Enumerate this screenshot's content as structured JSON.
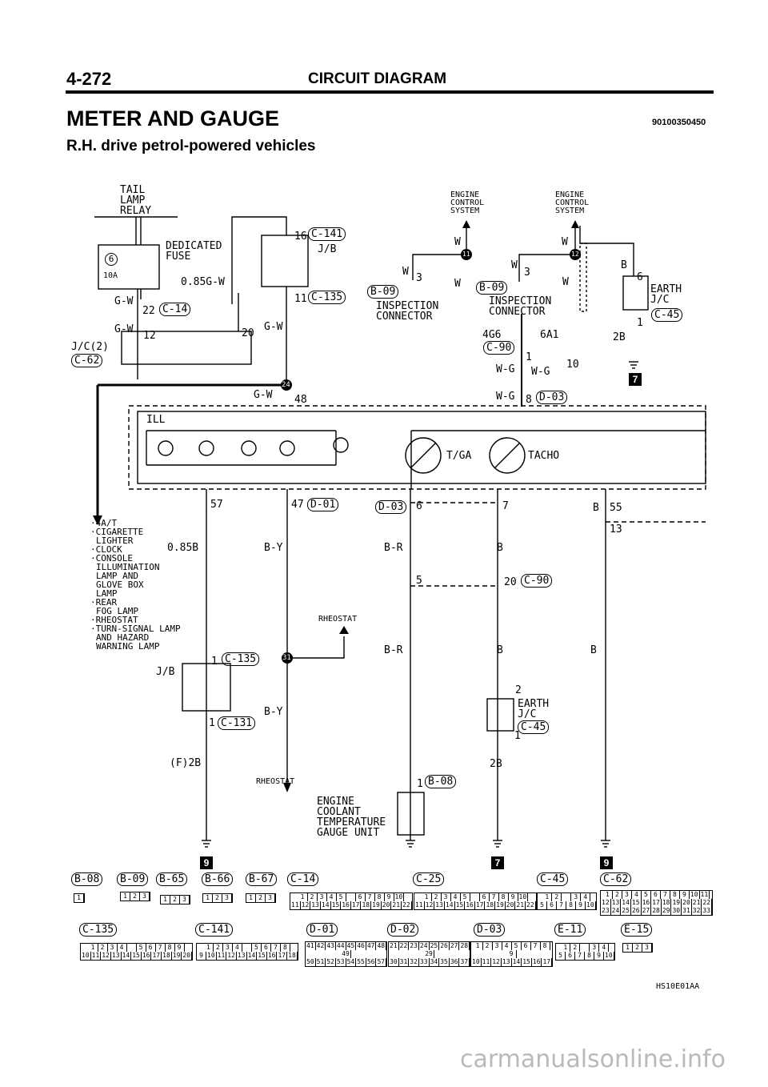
{
  "page": {
    "number": "4-272",
    "section": "CIRCUIT DIAGRAM",
    "title": "METER AND GAUGE",
    "code": "90100350450",
    "subtitle": "R.H. drive petrol-powered vehicles",
    "figure_code": "HS10E01AA",
    "watermark": "carmanualsonline.info"
  },
  "labels": {
    "tail_lamp_relay": [
      "TAIL",
      "LAMP",
      "RELAY"
    ],
    "dedicated_fuse": [
      "DEDICATED",
      "FUSE"
    ],
    "fuse_num": "6",
    "fuse_amp": "10A",
    "wire_085gw": "0.85G-W",
    "gw_1": "G-W",
    "pin22": "22",
    "c14": "C-14",
    "gw_2": "G-W",
    "pin12": "12",
    "jc2": "J/C(2)",
    "c62": "C-62",
    "pin16": "16",
    "c141": "C-141",
    "jb_top": "J/B",
    "pin11": "11",
    "c135_top": "C-135",
    "pin20": "20",
    "gw_3": "G-W",
    "conn24": "24",
    "gw_4": "G-W",
    "pin48": "48",
    "engine_control_1": [
      "ENGINE",
      "CONTROL",
      "SYSTEM"
    ],
    "engine_control_2": [
      "ENGINE",
      "CONTROL",
      "SYSTEM"
    ],
    "w_1": "W",
    "w_2": "W",
    "conn11": "11",
    "conn12": "12",
    "w_3": "W",
    "pin3_a": "3",
    "w_4": "W",
    "w_5": "W",
    "pin3_b": "3",
    "w_6": "W",
    "b09_a": "B-09",
    "b09_b": "B-09",
    "inspection_1": [
      "INSPECTION",
      "CONNECTOR"
    ],
    "inspection_2": [
      "INSPECTION",
      "CONNECTOR"
    ],
    "engine_4g6": "4G6",
    "engine_6a1": "6A1",
    "c90_top": "C-90",
    "pin1_a": "1",
    "wg_1": "W-G",
    "wg_2": "W-G",
    "pin10": "10",
    "wg_3": "W-G",
    "pin8": "8",
    "d03_top": "D-03",
    "b_top": "B",
    "pin6": "6",
    "earth_jc_top": [
      "EARTH",
      "J/C"
    ],
    "c45_top": "C-45",
    "pin1_b": "1",
    "b2b_top": "2B",
    "ground_7_top": "7",
    "ill": "ILL",
    "tga": "T/GA",
    "tacho": "TACHO",
    "pin57": "57",
    "pin47": "47",
    "d01": "D-01",
    "d03_mid": "D-03",
    "pin6_b": "6",
    "pin7": "7",
    "b_55": "B",
    "pin55": "55",
    "pin13": "13",
    "features": [
      "·4A/T",
      "·CIGARETTE",
      "LIGHTER",
      "·CLOCK",
      "·CONSOLE",
      "ILLUMINATION",
      "LAMP AND",
      "GLOVE BOX",
      "LAMP",
      "·REAR",
      "FOG LAMP",
      "·RHEOSTAT",
      "·TURN-SIGNAL LAMP",
      "AND HAZARD",
      "WARNING LAMP"
    ],
    "w_085b": "0.85B",
    "w_by_1": "B-Y",
    "w_br_1": "B-R",
    "w_b_1": "B",
    "pin5": "5",
    "pin20_b": "20",
    "c90_mid": "C-90",
    "rheostat_1": "RHEOSTAT",
    "w_br_2": "B-R",
    "w_b_2": "B",
    "w_b_3": "B",
    "pin1_c": "1",
    "c135_mid": "C-135",
    "conn31": "31",
    "jb_mid": "J/B",
    "pin1_d": "1",
    "c131": "C-131",
    "w_by_2": "B-Y",
    "pin2": "2",
    "earth_jc_mid": [
      "EARTH",
      "J/C"
    ],
    "c45_mid": "C-45",
    "pin1_e": "1",
    "f2b": "(F)2B",
    "b2b_mid": "2B",
    "rheostat_2": "RHEOSTAT",
    "pin1_f": "1",
    "b08_mid": "B-08",
    "coolant_gauge": [
      "ENGINE",
      "COOLANT",
      "TEMPERATURE",
      "GAUGE UNIT"
    ],
    "ground_9_a": "9",
    "ground_7_b": "7",
    "ground_9_b": "9"
  },
  "connectors": {
    "row1": [
      "B-08",
      "B-09",
      "B-65",
      "B-66",
      "B-67",
      "C-14",
      "C-25",
      "C-45",
      "C-62"
    ],
    "row2": [
      "C-135",
      "C-141",
      "D-01",
      "D-02",
      "D-03",
      "E-11",
      "E-15"
    ]
  },
  "connector_pins": {
    "b08": [
      "1"
    ],
    "b09": [
      "1",
      "2",
      "3"
    ],
    "b65": [
      "1",
      "2",
      "3"
    ],
    "b66": [
      "1",
      "2",
      "3"
    ],
    "b67": [
      "1",
      "2",
      "3"
    ],
    "c14": [
      [
        "1",
        "2",
        "3",
        "4",
        "5",
        "",
        "6",
        "7",
        "8",
        "9",
        "10"
      ],
      [
        "11",
        "12",
        "13",
        "14",
        "15",
        "16",
        "17",
        "18",
        "19",
        "20",
        "21",
        "22"
      ]
    ],
    "c25": [
      [
        "1",
        "2",
        "3",
        "4",
        "5",
        "",
        "6",
        "7",
        "8",
        "9",
        "10"
      ],
      [
        "11",
        "12",
        "13",
        "14",
        "15",
        "16",
        "17",
        "18",
        "19",
        "20",
        "21",
        "22"
      ]
    ],
    "c45": [
      [
        "1",
        "2",
        "",
        "3",
        "4"
      ],
      [
        "5",
        "6",
        "7",
        "8",
        "9",
        "10"
      ]
    ],
    "c62": [
      [
        "1",
        "2",
        "3",
        "4",
        "5",
        "6",
        "7",
        "8",
        "9",
        "10",
        "11"
      ],
      [
        "12",
        "13",
        "14",
        "15",
        "16",
        "17",
        "18",
        "19",
        "20",
        "21",
        "22"
      ],
      [
        "23",
        "24",
        "25",
        "26",
        "27",
        "28",
        "29",
        "30",
        "31",
        "32",
        "33"
      ]
    ],
    "c135": [
      [
        "1",
        "2",
        "3",
        "4",
        "",
        "5",
        "6",
        "7",
        "8",
        "9"
      ],
      [
        "10",
        "11",
        "12",
        "13",
        "14",
        "15",
        "16",
        "17",
        "18",
        "19",
        "20"
      ]
    ],
    "c141": [
      [
        "1",
        "2",
        "3",
        "4",
        "",
        "5",
        "6",
        "7",
        "8"
      ],
      [
        "9",
        "10",
        "11",
        "12",
        "13",
        "14",
        "15",
        "16",
        "17",
        "18"
      ]
    ],
    "d01": [
      [
        "41",
        "42",
        "43",
        "44",
        "45",
        "46",
        "47",
        "48"
      ],
      [
        "49"
      ],
      [
        "50",
        "51",
        "52",
        "53",
        "54",
        "55",
        "56",
        "57"
      ]
    ],
    "d02": [
      [
        "21",
        "22",
        "23",
        "24",
        "25",
        "26",
        "27",
        "28"
      ],
      [
        "29"
      ],
      [
        "30",
        "31",
        "32",
        "33",
        "34",
        "35",
        "36",
        "37"
      ]
    ],
    "d03": [
      [
        "1",
        "2",
        "3",
        "4",
        "5",
        "6",
        "7",
        "8"
      ],
      [
        "9"
      ],
      [
        "10",
        "11",
        "12",
        "13",
        "14",
        "15",
        "16",
        "17"
      ]
    ],
    "e11": [
      [
        "1",
        "2",
        "",
        "3",
        "4"
      ],
      [
        "5",
        "6",
        "7",
        "8",
        "9",
        "10"
      ]
    ],
    "e15": [
      "1",
      "2",
      "3"
    ]
  }
}
